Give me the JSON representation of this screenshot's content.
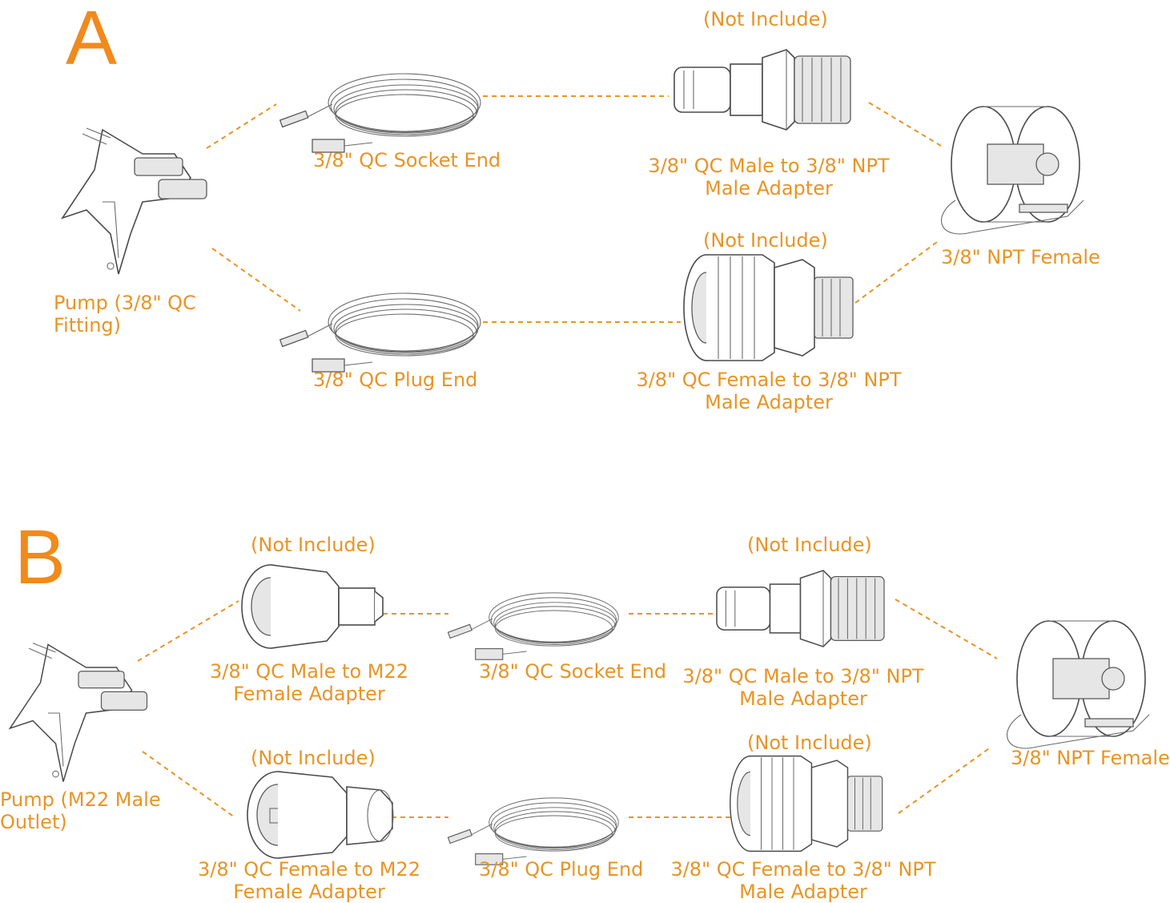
{
  "colors": {
    "accent": "#E89425",
    "section_letter": "#F08A1C",
    "line_art": "#4a4a4a"
  },
  "section_a": {
    "letter": "A",
    "pump_label": [
      "Pump (3/8\" QC",
      "Fitting)"
    ],
    "hose_top_label": "3/8\" QC Socket End",
    "hose_bottom_label": "3/8\" QC Plug End",
    "adapter_top_note": "(Not Include)",
    "adapter_top_label": [
      "3/8\" QC Male to 3/8\" NPT",
      "Male Adapter"
    ],
    "adapter_bottom_note": "(Not Include)",
    "adapter_bottom_label": [
      "3/8\" QC Female to 3/8\" NPT",
      "Male Adapter"
    ],
    "reel_label": "3/8\" NPT Female"
  },
  "section_b": {
    "letter": "B",
    "pump_label": [
      "Pump (M22 Male",
      "Outlet)"
    ],
    "m22_top_note": "(Not Include)",
    "m22_top_label": [
      "3/8\" QC Male to M22",
      "Female Adapter"
    ],
    "m22_bottom_note": "(Not Include)",
    "m22_bottom_label": [
      "3/8\" QC Female to M22",
      "Female Adapter"
    ],
    "hose_top_label": "3/8\" QC Socket End",
    "hose_bottom_label": "3/8\" QC Plug End",
    "adapter_top_note": "(Not Include)",
    "adapter_top_label": [
      "3/8\" QC Male to 3/8\" NPT",
      "Male Adapter"
    ],
    "adapter_bottom_note": "(Not Include)",
    "adapter_bottom_label": [
      "3/8\" QC Female to 3/8\" NPT",
      "Male Adapter"
    ],
    "reel_label": "3/8\" NPT Female"
  }
}
